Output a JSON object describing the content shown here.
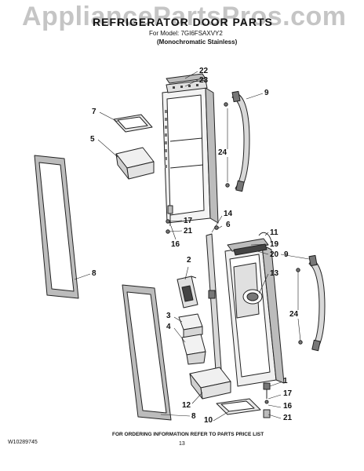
{
  "watermark": "AppliancePartsPros.com",
  "header": {
    "title": "REFRIGERATOR DOOR PARTS",
    "model_line": "For Model: 7GI6FSAXVY2",
    "variant_line": "(Monochromatic Stainless)"
  },
  "callouts": {
    "c22": "22",
    "c23": "23",
    "c9_top": "9",
    "c7": "7",
    "c5": "5",
    "c24_top": "24",
    "c17_top": "17",
    "c21_top": "21",
    "c16_top": "16",
    "c14": "14",
    "c6": "6",
    "c11": "11",
    "c19": "19",
    "c9_right": "9",
    "c20": "20",
    "c2": "2",
    "c8_left": "8",
    "c13": "13",
    "c24_right": "24",
    "c3": "3",
    "c4": "4",
    "c1": "1",
    "c17_bottom": "17",
    "c16_bottom": "16",
    "c21_bottom": "21",
    "c12": "12",
    "c8_bottom": "8",
    "c10": "10"
  },
  "footer": {
    "note": "FOR ORDERING INFORMATION REFER TO PARTS PRICE LIST",
    "doc_code": "W10289745",
    "page": "13"
  },
  "colors": {
    "line": "#222222",
    "fill_light": "#e8e8e8",
    "fill_mid": "#bcbcbc",
    "fill_dark": "#777777"
  }
}
